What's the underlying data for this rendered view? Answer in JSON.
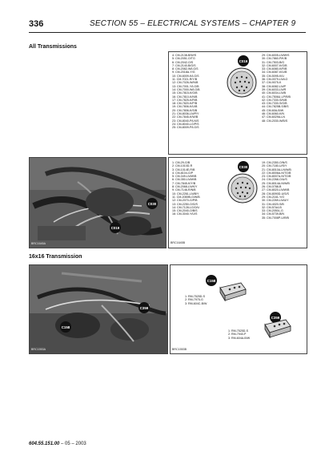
{
  "header": {
    "page_number": "336",
    "title": "SECTION 55 – ELECTRICAL SYSTEMS – CHAPTER 9"
  },
  "sections": {
    "all": "All Transmissions",
    "s16x16": "16x16 Transmission"
  },
  "panels": {
    "photo1": {
      "callouts": [
        "C030",
        "C019"
      ],
      "caption": "BRC1645A"
    },
    "diagram1": {
      "connector": "C019",
      "caption": "",
      "left_pins": [
        "4: CM-2138-B/W/S",
        "5: CM-2051-O/TG",
        "6: CM-2042-O/S",
        "7: CM-2140-B/G/S",
        "8: CM-2082-W/LG/S",
        "9: CM-2018A-Y/G",
        "10: CM-6009-K/LG/S",
        "11: CM-7021-R/Y/B",
        "12: CM-7026-W/N/B",
        "13: CM-7001-Y/LG/B",
        "14: CM-7000-W/LG/B",
        "15: CM-7815-K/G/B",
        "16: CM-7810-K/N/B",
        "17: CM-7825-K/R/B",
        "18: CM-7820-K/P/B",
        "19: CM-7806-K/U/B",
        "20: CM-7806-K/S/B",
        "21: CM-8036-LN/P/Y",
        "22: CM-7845-K/W/B",
        "23: CM-8040-P/LN/S",
        "24: CM-8040-LG/P/S",
        "25: CM-8009-P/LG/S"
      ],
      "right_pins": [
        "29: CM-6005-LN/W/S",
        "30: CM-7860-P/K/B",
        "31: CM-7503-B/G",
        "32: CM-6007-K/G/B",
        "33: CM-6080-K/R/B",
        "34: CM-6087-K/U/B",
        "35: CM-5095-K/U",
        "36: CM-0079-LN/LG",
        "37: CM-9075-K",
        "38: CM-6082-LN/P",
        "39: CM-6033-LN/R",
        "40: CM-6034-LN/B",
        "41: CM-7506U-LP/R/B",
        "42: CM-7330-S/N/B",
        "43: CM-7330-S/G/B",
        "44: CM-7825B-S/B/S",
        "45: CM-60A-B/W",
        "46: CM-6060-K/N",
        "47: CM-6029A-LN",
        "48: CM-2030-W/B/S"
      ]
    },
    "diagram2": {
      "connector": "C030",
      "caption": "BRC1645B",
      "left_pins": [
        "1: CM-29-G/B",
        "2: CM-1010D-R",
        "3: CM-1014E-R/B",
        "4: CM-8104-G/P",
        "5: CM-349-LN/W/B",
        "6: CM-350-LN/W/B",
        "7: CM-7845-K/Y/B",
        "8: CM-2068-LN/K/Y",
        "9: CM-7146-R/N/B",
        "10: CM-2261-LN/B/Y",
        "11: CM-2069B-G/W/B",
        "12: CM-2070-G/P/B",
        "13: CM-2250-O/G/S",
        "14: CM-7128-LG/O/U",
        "15: CM-2040-O/B/S",
        "16: CM-3040-Y/U/S"
      ],
      "right_pins": [
        "19: CM-2350-O/N/S",
        "20: CM-7180-U/S/Y",
        "21: CM-8010A-LN/W/B",
        "22: CM-8006A-N/TG/B",
        "23: CM-8007A-N/TG/B",
        "24: CM-2268-O/U/S",
        "25: CM-8014A-N/W/B",
        "26: CM-0788-B",
        "27: CM-8020-LN/W/B",
        "28: CM-8090D-U/S/S",
        "29: CM-2161-Y/O",
        "30: CM-2269-LN/U/Y",
        "31: CM-4020-S/B",
        "32: CM-57A4-B",
        "33: CM-2050L-G",
        "34: CM-5739-B/N",
        "35: CM-7008P-U/R/B"
      ]
    },
    "photo2": {
      "callouts": [
        "C359",
        "C158"
      ],
      "caption": "BRC1553A"
    },
    "diagram3": {
      "connector_top": "C158",
      "connector_bottom": "C359",
      "top_pins": [
        "1: RM-7525D-S",
        "2: RM-7975-G",
        "3: RM-604C-B/W"
      ],
      "bottom_pins": [
        "1: RM-7525D-S",
        "2: RM-7940-P",
        "3: RM-604A-B/W"
      ],
      "caption": "BRC1553B"
    }
  },
  "footer": {
    "doc_number": "604.55.151.00",
    "date": "– 05 – 2003"
  }
}
